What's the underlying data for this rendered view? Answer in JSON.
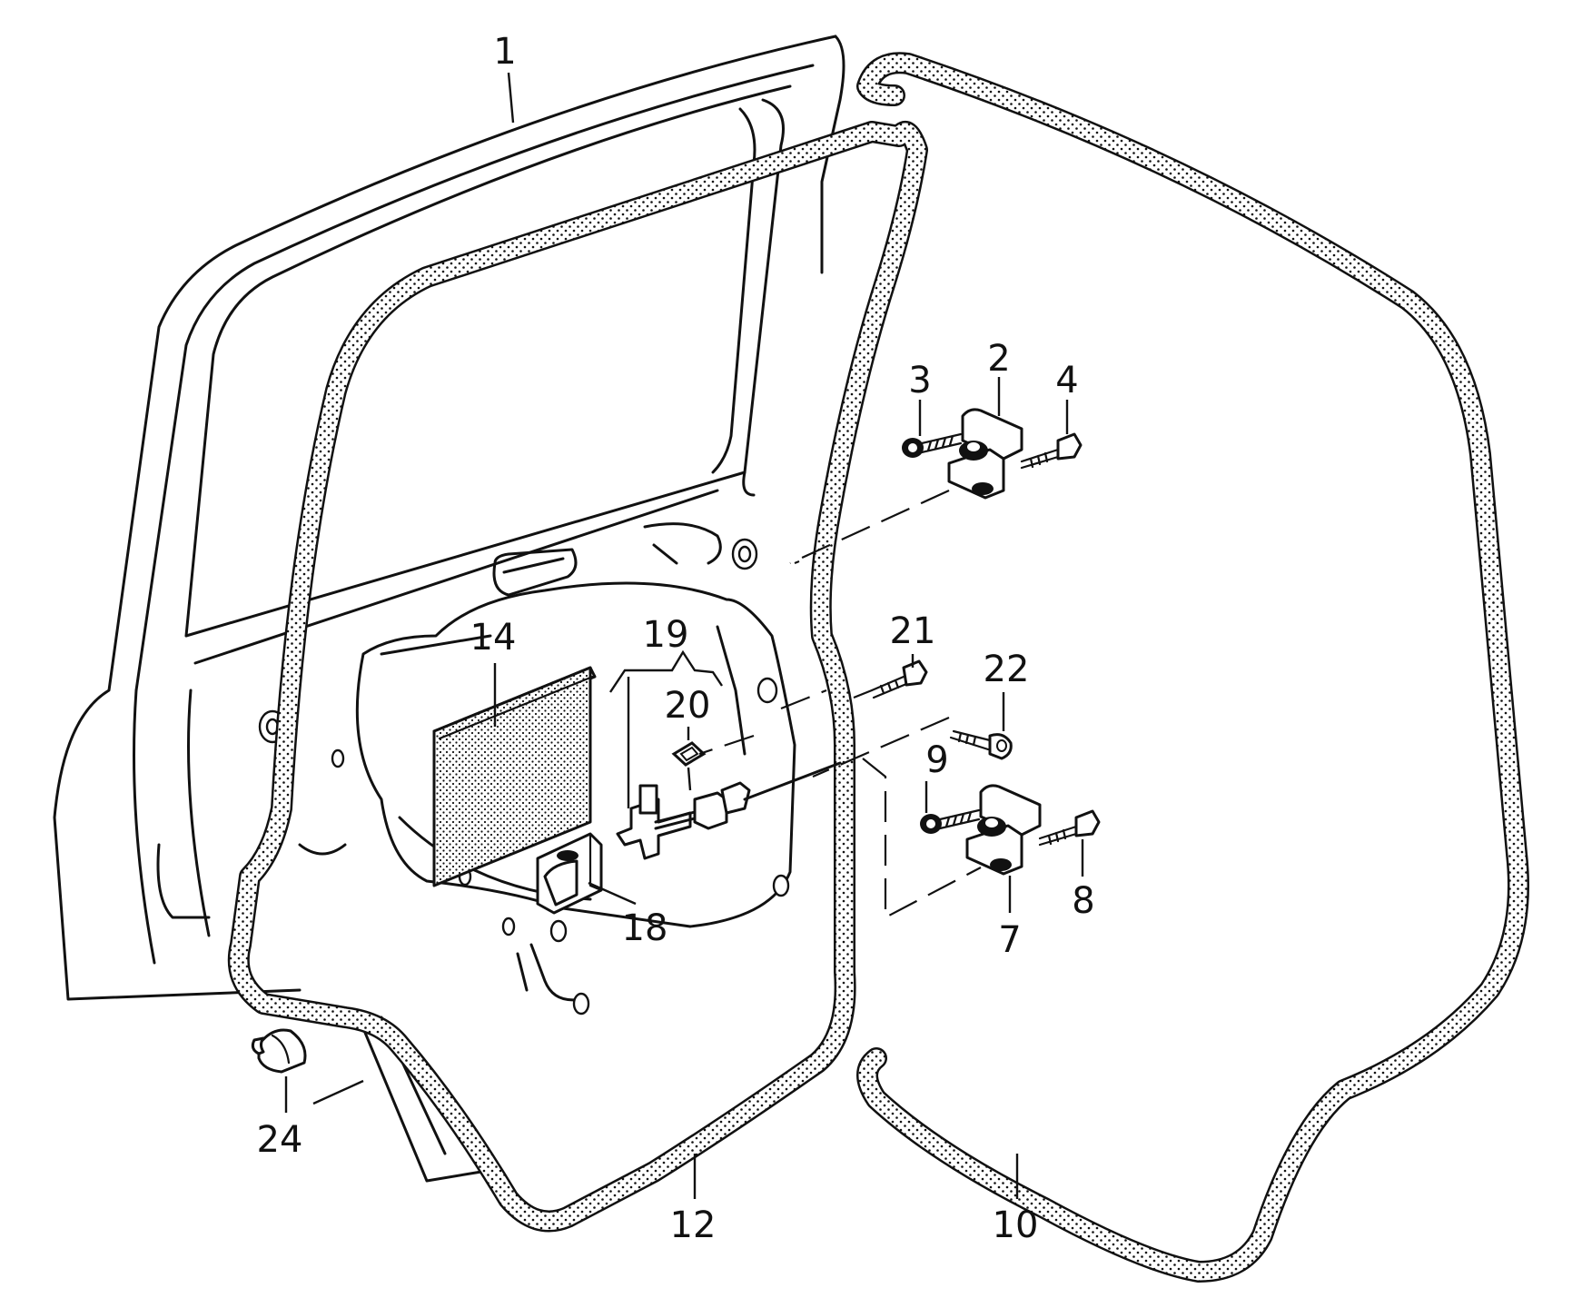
{
  "callouts": {
    "c1": "1",
    "c2": "2",
    "c3": "3",
    "c4": "4",
    "c7": "7",
    "c8": "8",
    "c9": "9",
    "c10": "10",
    "c12": "12",
    "c14": "14",
    "c18": "18",
    "c19": "19",
    "c20": "20",
    "c21": "21",
    "c22": "22",
    "c24": "24"
  }
}
